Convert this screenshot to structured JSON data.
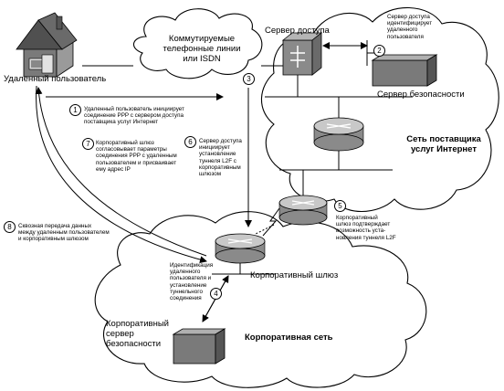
{
  "labels": {
    "remote_user": "Удаленный пользователь",
    "pstn": "Коммутируемые\nтелефонные линии\nили ISDN",
    "access_server": "Сервер доступа",
    "security_server": "Сервер безопасности",
    "isp_network": "Сеть поставщика\nуслуг Интернет",
    "corp_gateway": "Корпоративный шлюз",
    "corp_security_server": "Корпоративный\nсервер\nбезопасности",
    "corp_network": "Корпоративная сеть"
  },
  "steps": [
    {
      "num": "1",
      "text": "Удаленный пользователь инициирует\nсоединение PPP с сервером доступа\nпоставщика услуг Интернет"
    },
    {
      "num": "2",
      "text": "Сервер доступа\nидентифицирует\nудаленного\nпользователя"
    },
    {
      "num": "3",
      "text": ""
    },
    {
      "num": "4",
      "text": "Идентификация\nудаленного\nпользователя и\nустановление\nтуннельного\nсоединения"
    },
    {
      "num": "5",
      "text": "Корпоративный\nшлюз подтверждает\nвозможность уста-\nновления туннеля L2F"
    },
    {
      "num": "6",
      "text": "Сервер доступа\nинициирует\nустановление\nтуннеля L2F с\nкорпоративным\nшлюзом"
    },
    {
      "num": "7",
      "text": "Корпоративный шлюз\nсогласовывает параметры\nсоединения PPP с удаленным\nпользователем и присваивает\nему адрес IP"
    },
    {
      "num": "8",
      "text": "Сквозная передача данных\nмежду удаленным пользователем\nи корпоративным шлюзом"
    }
  ]
}
